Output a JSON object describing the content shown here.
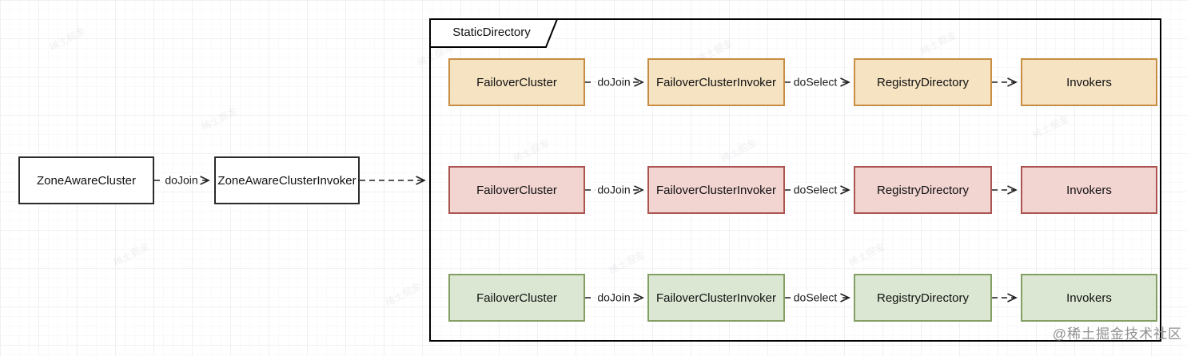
{
  "frame": {
    "title": "StaticDirectory",
    "rows": [
      {
        "tone": "orange",
        "boxes": [
          "FailoverCluster",
          "FailoverClusterInvoker",
          "RegistryDirectory",
          "Invokers"
        ],
        "edges": [
          "doJoin",
          "doSelect"
        ]
      },
      {
        "tone": "red",
        "boxes": [
          "FailoverCluster",
          "FailoverClusterInvoker",
          "RegistryDirectory",
          "Invokers"
        ],
        "edges": [
          "doJoin",
          "doSelect"
        ]
      },
      {
        "tone": "green",
        "boxes": [
          "FailoverCluster",
          "FailoverClusterInvoker",
          "RegistryDirectory",
          "Invokers"
        ],
        "edges": [
          "doJoin",
          "doSelect"
        ]
      }
    ]
  },
  "left_flow": {
    "boxes": [
      "ZoneAwareCluster",
      "ZoneAwareClusterInvoker"
    ],
    "edge_label": "doJoin"
  },
  "watermark": {
    "footer_text": "@稀土掘金技术社区",
    "tile_text": "稀土掘金"
  },
  "colors": {
    "line": "#1f1f1f",
    "frame_stroke": "#000000",
    "node_plain_fill": "#ffffff",
    "node_plain_stroke": "#2b2b2b",
    "row1_fill": "#f6e3c2",
    "row1_stroke": "#c78d42",
    "row2_fill": "#f2d4d1",
    "row2_stroke": "#aa5550",
    "row3_fill": "#dbe7d2",
    "row3_stroke": "#839f63",
    "watermark_gray": "#909090"
  }
}
